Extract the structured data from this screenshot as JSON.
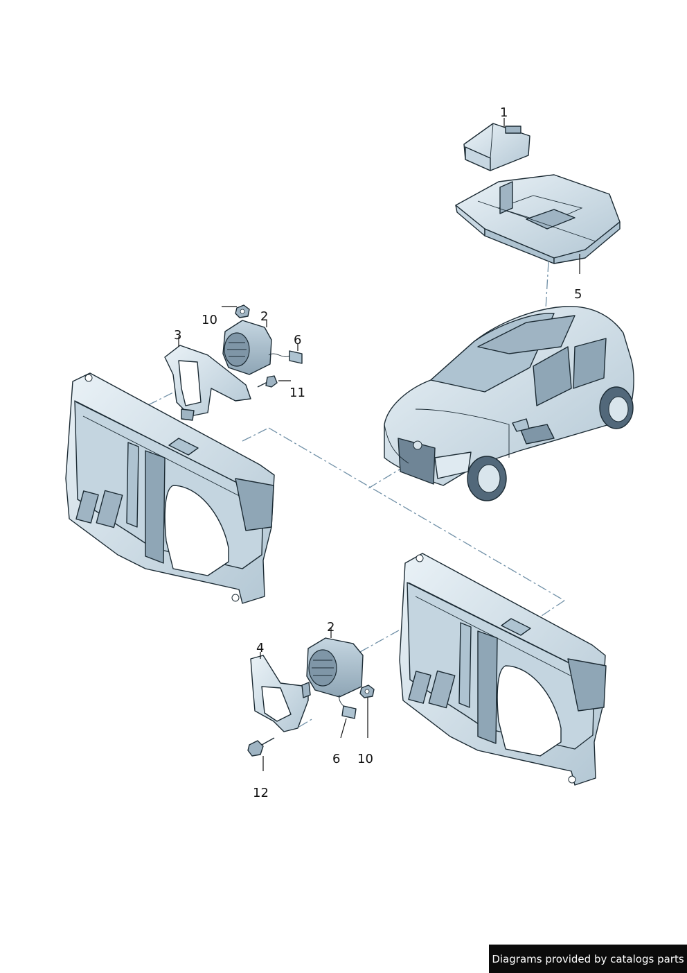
{
  "colors": {
    "part_light": "#dfeaf1",
    "part_mid": "#b9ccd8",
    "part_dark": "#8fa6b6",
    "outline": "#1b2a33",
    "dash_line": "#6f8fa6",
    "footer_bg": "#0b0b0b",
    "footer_text": "#ffffff"
  },
  "callouts": [
    {
      "id": "c1",
      "label": "1"
    },
    {
      "id": "c5",
      "label": "5"
    },
    {
      "id": "c10a",
      "label": "10"
    },
    {
      "id": "c2a",
      "label": "2"
    },
    {
      "id": "c6a",
      "label": "6"
    },
    {
      "id": "c3",
      "label": "3"
    },
    {
      "id": "c11",
      "label": "11"
    },
    {
      "id": "c2b",
      "label": "2"
    },
    {
      "id": "c4",
      "label": "4"
    },
    {
      "id": "c6b",
      "label": "6"
    },
    {
      "id": "c10b",
      "label": "10"
    },
    {
      "id": "c12",
      "label": "12"
    }
  ],
  "footer": {
    "text": "Diagrams provided by catalogs parts"
  }
}
